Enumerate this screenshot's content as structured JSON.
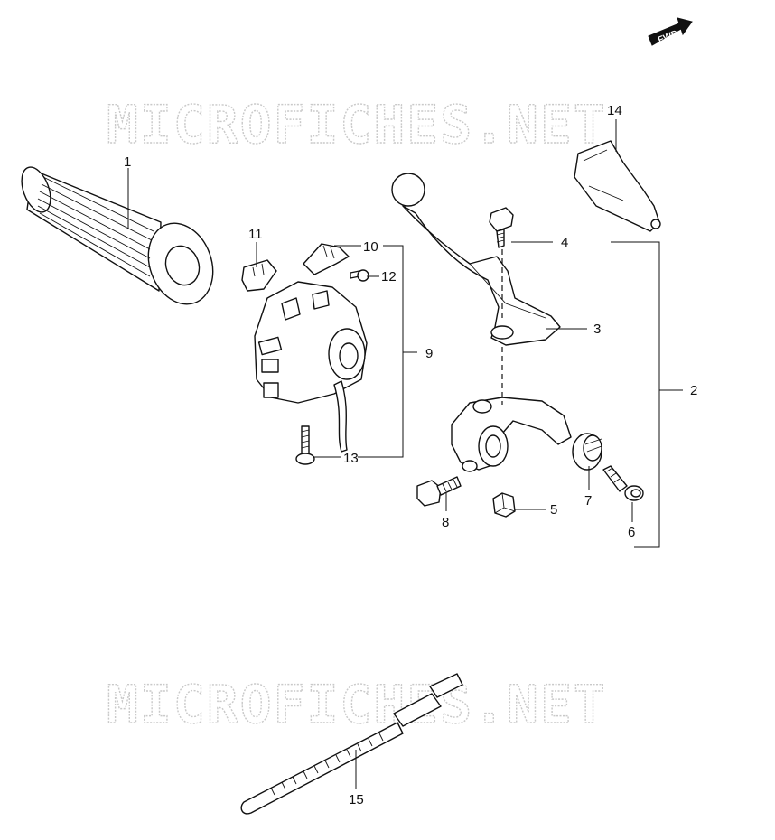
{
  "watermark": {
    "text": "MICROFICHES.NET"
  },
  "fwd_badge": {
    "text": "FWD"
  },
  "callouts": [
    {
      "id": "1",
      "label": "1"
    },
    {
      "id": "2",
      "label": "2"
    },
    {
      "id": "3",
      "label": "3"
    },
    {
      "id": "4",
      "label": "4"
    },
    {
      "id": "5",
      "label": "5"
    },
    {
      "id": "6",
      "label": "6"
    },
    {
      "id": "7",
      "label": "7"
    },
    {
      "id": "8",
      "label": "8"
    },
    {
      "id": "9",
      "label": "9"
    },
    {
      "id": "10",
      "label": "10"
    },
    {
      "id": "11",
      "label": "11"
    },
    {
      "id": "12",
      "label": "12"
    },
    {
      "id": "13",
      "label": "13"
    },
    {
      "id": "14",
      "label": "14"
    },
    {
      "id": "15",
      "label": "15"
    }
  ]
}
